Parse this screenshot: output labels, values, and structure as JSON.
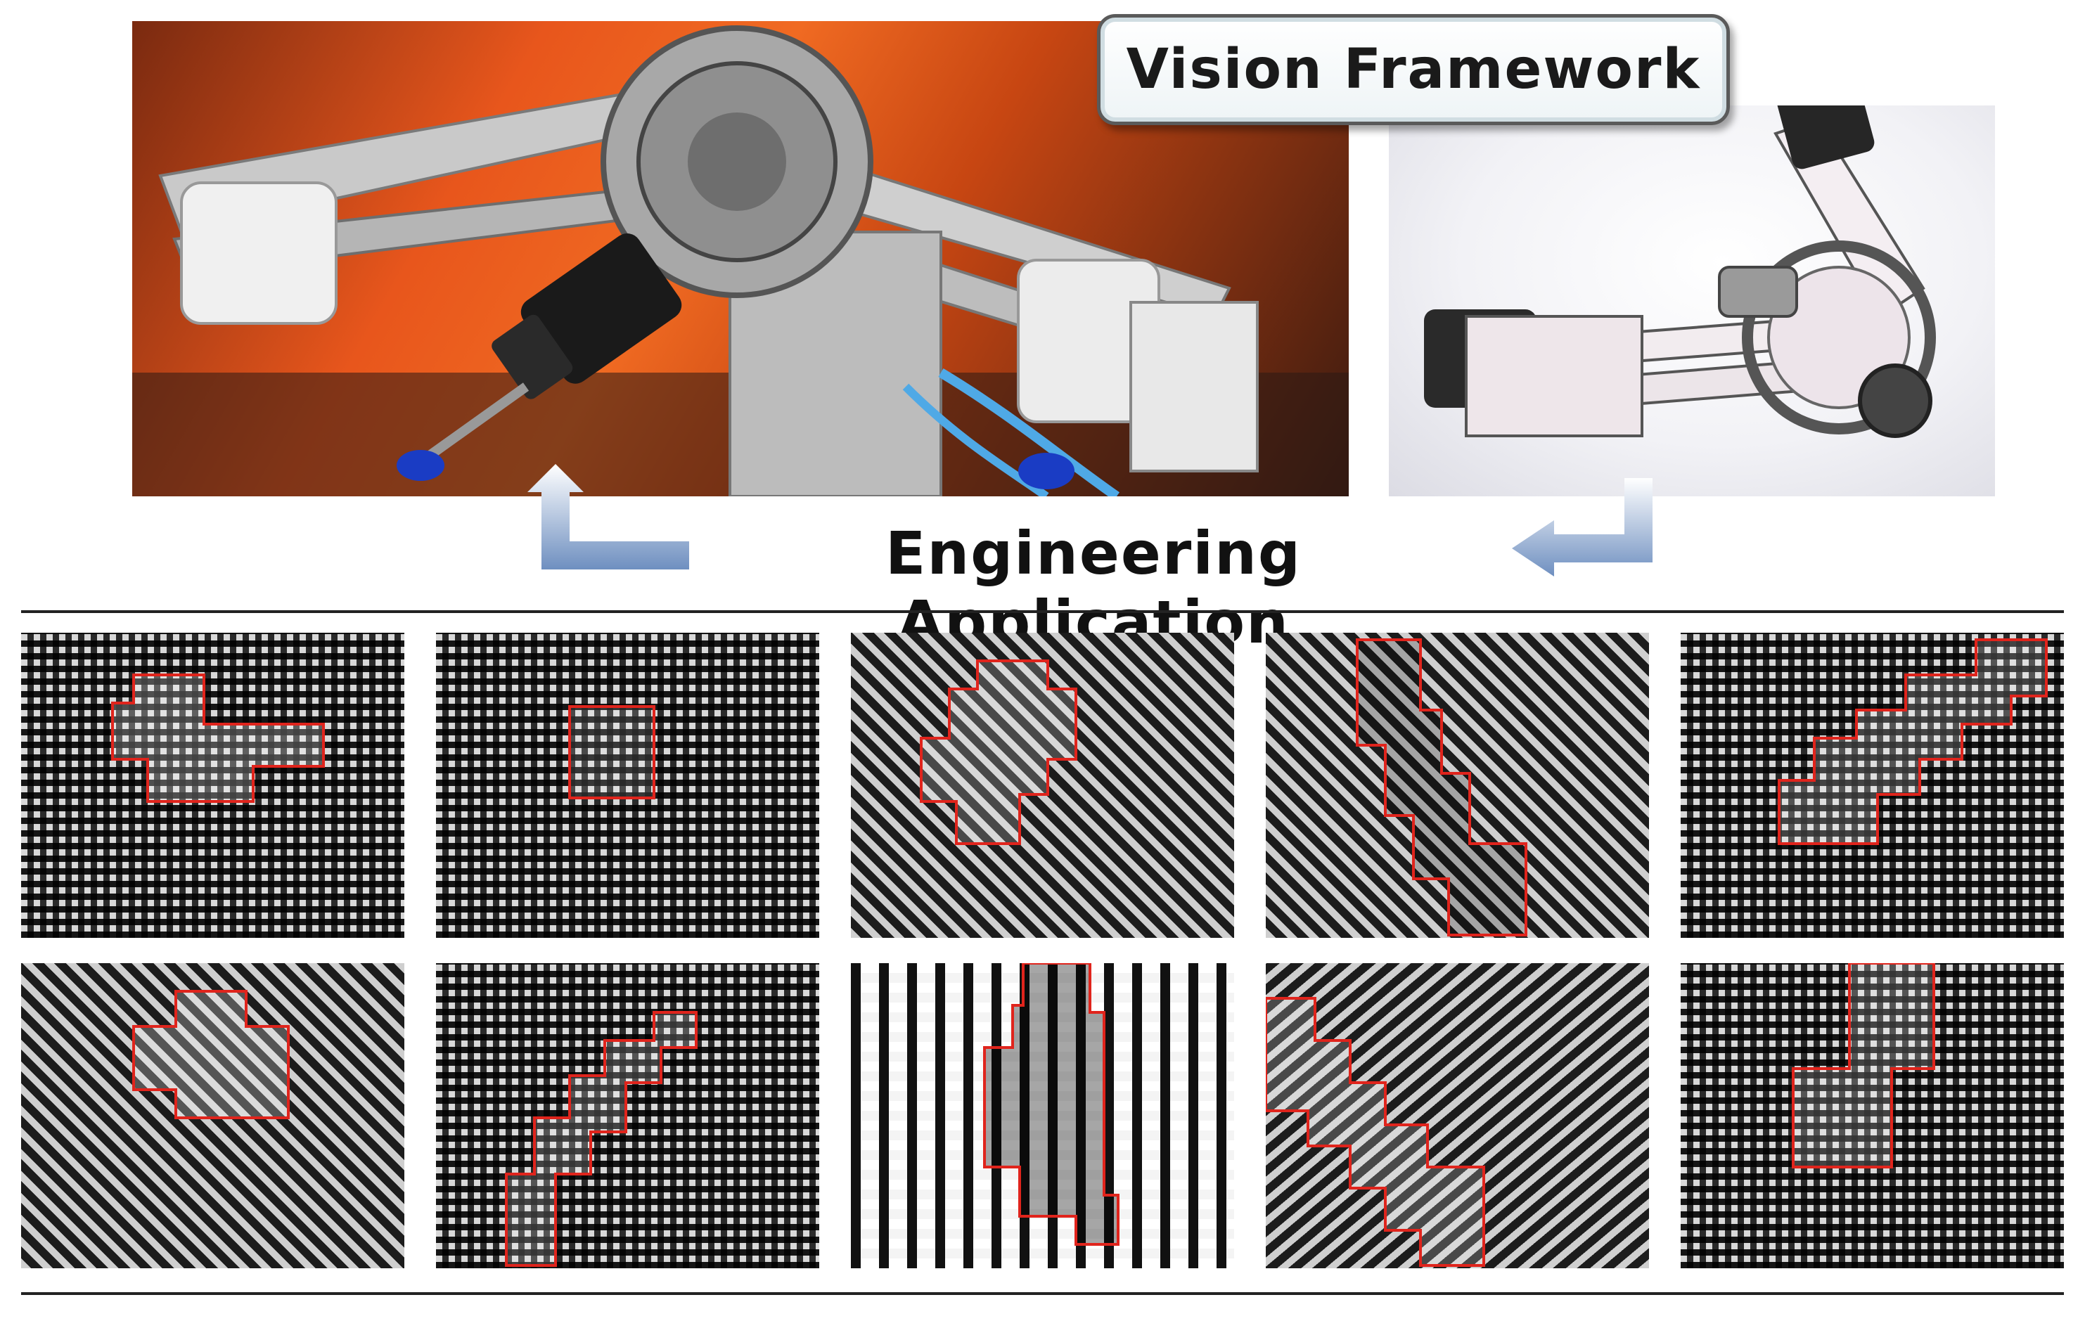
{
  "header": {
    "title": "Vision Framework"
  },
  "section": {
    "label": "Engineering Application"
  },
  "colors": {
    "defect_outline": "#e0241c",
    "arrow": "#7f9fc8",
    "rule": "#222222"
  },
  "panels": {
    "photo_icon": "robot-end-effector-photo",
    "cad_icon": "robot-end-effector-cad"
  },
  "defect_tiles": [
    {
      "row": 1,
      "col": 1,
      "weave": "checker"
    },
    {
      "row": 1,
      "col": 2,
      "weave": "checker"
    },
    {
      "row": 1,
      "col": 3,
      "weave": "diagonal"
    },
    {
      "row": 1,
      "col": 4,
      "weave": "diagonal"
    },
    {
      "row": 1,
      "col": 5,
      "weave": "checker"
    },
    {
      "row": 2,
      "col": 1,
      "weave": "diagonal"
    },
    {
      "row": 2,
      "col": 2,
      "weave": "checker"
    },
    {
      "row": 2,
      "col": 3,
      "weave": "sparse"
    },
    {
      "row": 2,
      "col": 4,
      "weave": "diagonal"
    },
    {
      "row": 2,
      "col": 5,
      "weave": "checker"
    }
  ]
}
